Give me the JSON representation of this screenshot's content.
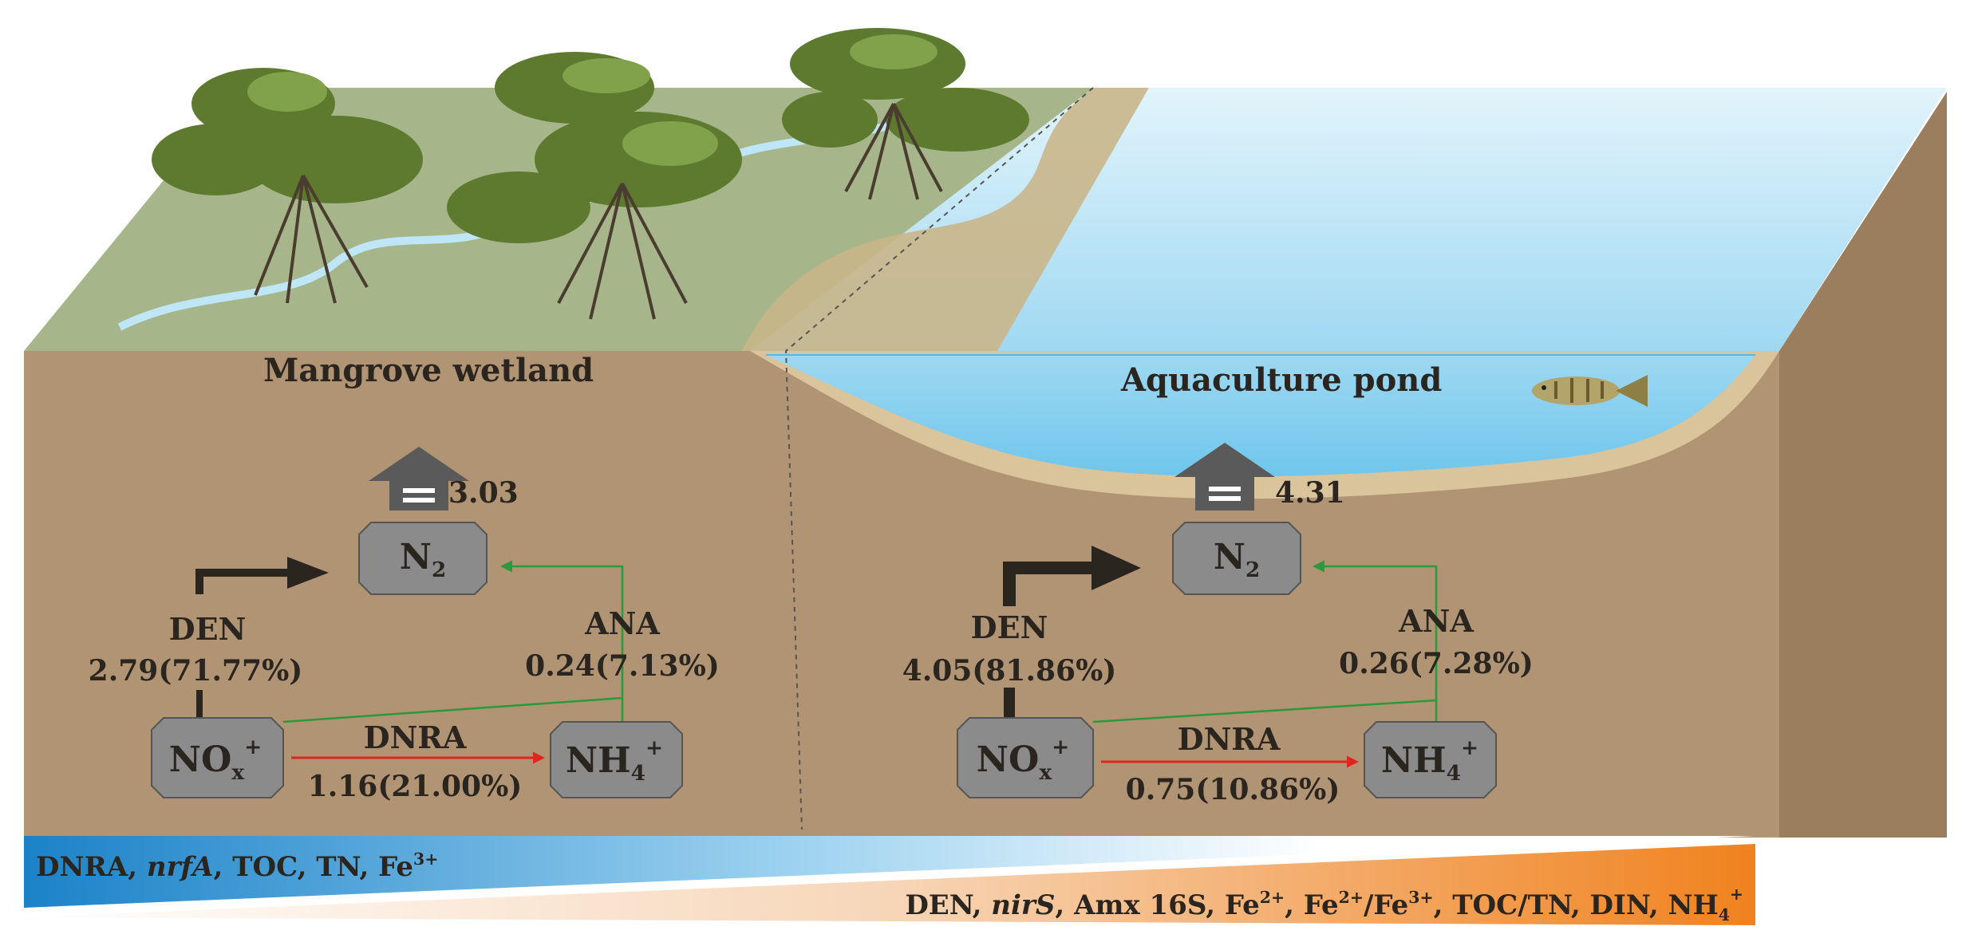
{
  "regions": {
    "mangrove": "Mangrove wetland",
    "aquaculture": "Aquaculture pond"
  },
  "mangrove": {
    "n2_flux": "3.03",
    "n2_label": "N",
    "n2_sub": "2",
    "den_name": "DEN",
    "den_value": "2.79(71.77%)",
    "ana_name": "ANA",
    "ana_value": "0.24(7.13%)",
    "dnra_name": "DNRA",
    "dnra_value": "1.16(21.00%)",
    "nox_label": "NO",
    "nox_sub": "x",
    "nox_sup": "+",
    "nh4_label": "NH",
    "nh4_sub": "4",
    "nh4_sup": "+"
  },
  "aquaculture": {
    "n2_flux": "4.31",
    "n2_label": "N",
    "n2_sub": "2",
    "den_name": "DEN",
    "den_value": "4.05(81.86%)",
    "ana_name": "ANA",
    "ana_value": "0.26(7.28%)",
    "dnra_name": "DNRA",
    "dnra_value": "0.75(10.86%)",
    "nox_label": "NO",
    "nox_sub": "x",
    "nox_sup": "+",
    "nh4_label": "NH",
    "nh4_sub": "4",
    "nh4_sup": "+"
  },
  "gradient_mangrove": {
    "t1": "DNRA, ",
    "t2": "nrfA",
    "t3": ", TOC, TN, Fe",
    "t3_sup": "3+"
  },
  "gradient_aquaculture": {
    "t1": "DEN, ",
    "t2": "nirS",
    "t3": ", Amx 16S, Fe",
    "t3_sup": "2+",
    "t4": ", Fe",
    "t4_sup": "2+",
    "t5": "/Fe",
    "t5_sup": "3+",
    "t6": ", TOC/TN, DIN, NH",
    "t6_sub": "4",
    "t6_sup": "+"
  },
  "colors": {
    "soil": "#b09474",
    "soil_side": "#9b7e5e",
    "grass": "#a7b68a",
    "water": "#bfe6f7",
    "water_deep": "#7fd0f0",
    "node": "#8b8b8b",
    "arrow_dark": "#2b2520",
    "arrow_green": "#2a9a3a",
    "arrow_red": "#e0271f",
    "gradient_blue": "#1b82c8",
    "gradient_orange": "#f0821e"
  }
}
